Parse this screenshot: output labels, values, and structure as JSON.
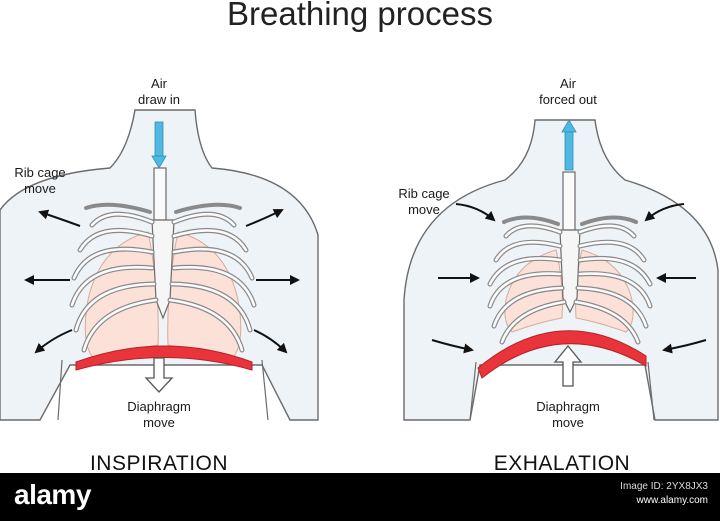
{
  "title": "Breathing process",
  "inspiration": {
    "air_line1": "Air",
    "air_line2": "draw in",
    "rib_line1": "Rib cage",
    "rib_line2": "move",
    "dia_line1": "Diaphragm",
    "dia_line2": "move",
    "caption": "INSPIRATION"
  },
  "exhalation": {
    "air_line1": "Air",
    "air_line2": "forced out",
    "rib_line1": "Rib cage",
    "rib_line2": "move",
    "dia_line1": "Diaphragm",
    "dia_line2": "move",
    "caption": "EXHALATION"
  },
  "footer": {
    "logo": "alamy",
    "image_id": "Image ID: 2YX8JX3",
    "site": "www.alamy.com"
  },
  "colors": {
    "body_fill": "#eef3f8",
    "outline": "#6b6b6b",
    "lung_fill": "#fbe1d8",
    "diaphragm": "#e8343a",
    "air_arrow": "#4fb9e3",
    "footer_bg": "#000000"
  }
}
